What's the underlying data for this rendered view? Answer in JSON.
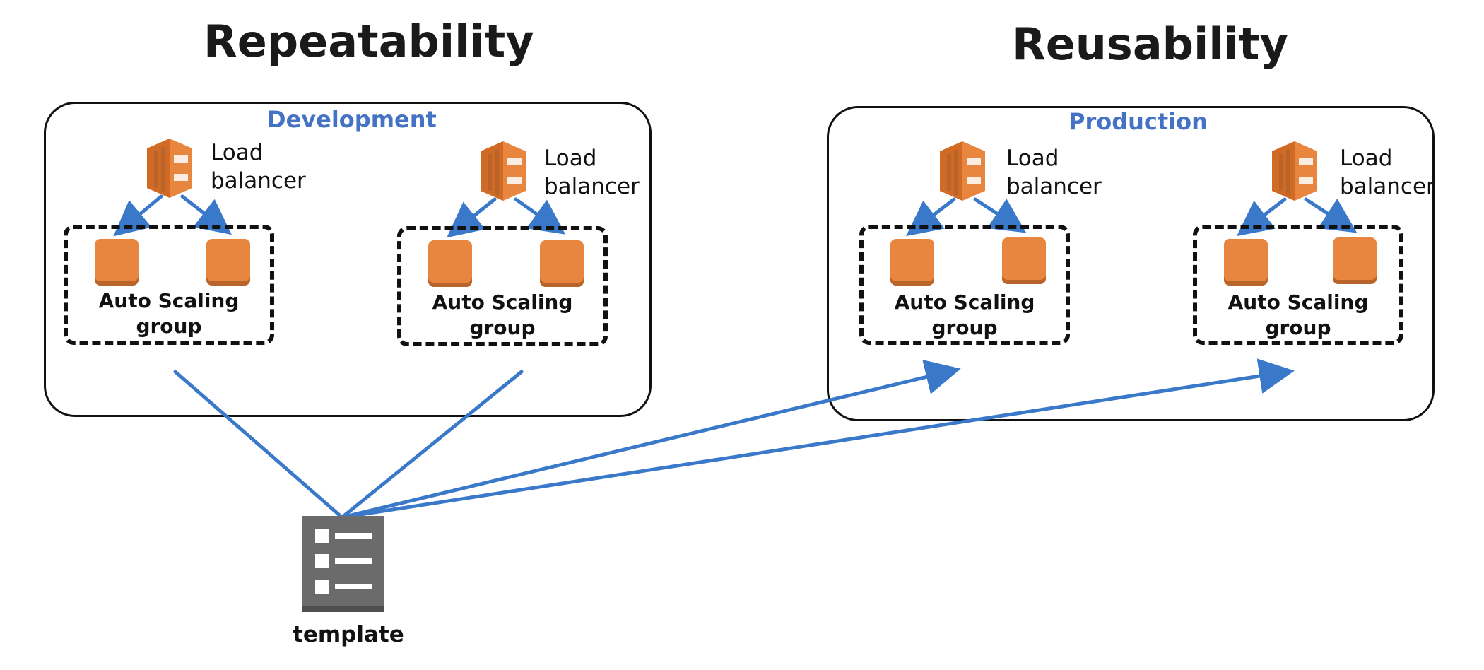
{
  "headings": {
    "left": "Repeatability",
    "right": "Reusability"
  },
  "environments": {
    "development": {
      "label": "Development"
    },
    "production": {
      "label": "Production"
    }
  },
  "load_balancer": {
    "label_line1": "Load",
    "label_line2": "balancer",
    "icon": "elastic-load-balancer-icon"
  },
  "asg": {
    "label_line1": "Auto Scaling",
    "label_line2": "group",
    "instance_icon": "ec2-instance-icon"
  },
  "template": {
    "label": "template",
    "icon": "template-icon"
  },
  "colors": {
    "accent_blue": "#4472c4",
    "arrow_blue": "#3a78c9",
    "aws_orange": "#e8853e",
    "template_gray": "#6b6b6b"
  }
}
